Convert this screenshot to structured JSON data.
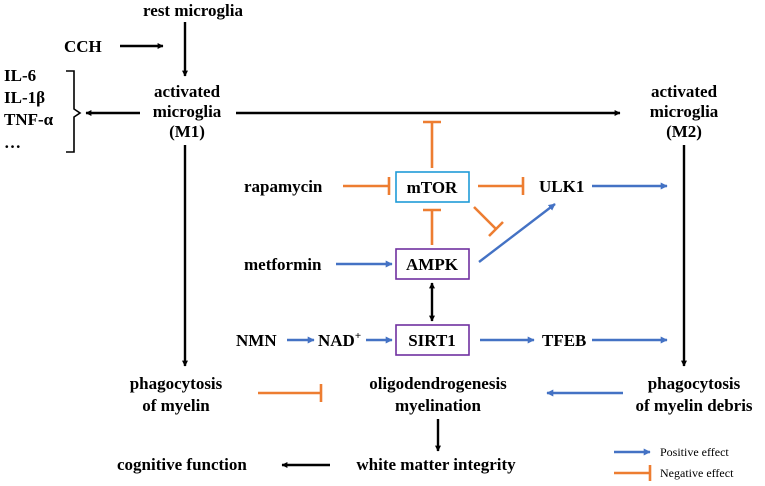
{
  "colors": {
    "positive": "#4472c4",
    "negative": "#ed7d31",
    "neutral": "#000000",
    "mtor_box": "#1f9bd7",
    "purple_box": "#7030a0"
  },
  "nodes": {
    "rest_microglia": "rest microglia",
    "cch": "CCH",
    "m1_line1": "activated",
    "m1_line2": "microglia",
    "m1_line3": "(M1)",
    "m2_line1": "activated",
    "m2_line2": "microglia",
    "m2_line3": "(M2)",
    "cytokine_1": "IL-6",
    "cytokine_2": "IL-1β",
    "cytokine_3": "TNF-α",
    "cytokine_more": "…",
    "rapamycin": "rapamycin",
    "mtor": "mTOR",
    "ulk1": "ULK1",
    "metformin": "metformin",
    "ampk": "AMPK",
    "nmn": "NMN",
    "nad": "NAD",
    "nad_sup": "+",
    "sirt1": "SIRT1",
    "tfeb": "TFEB",
    "phago_m1_line1": "phagocytosis",
    "phago_m1_line2": "of myelin",
    "oligo_line1": "oligodendrogenesis",
    "oligo_line2": "myelination",
    "phago_m2_line1": "phagocytosis",
    "phago_m2_line2": "of myelin debris",
    "white_matter": "white matter integrity",
    "cognitive": "cognitive function"
  },
  "legend": {
    "positive": "Positive effect",
    "negative": "Negative effect"
  }
}
